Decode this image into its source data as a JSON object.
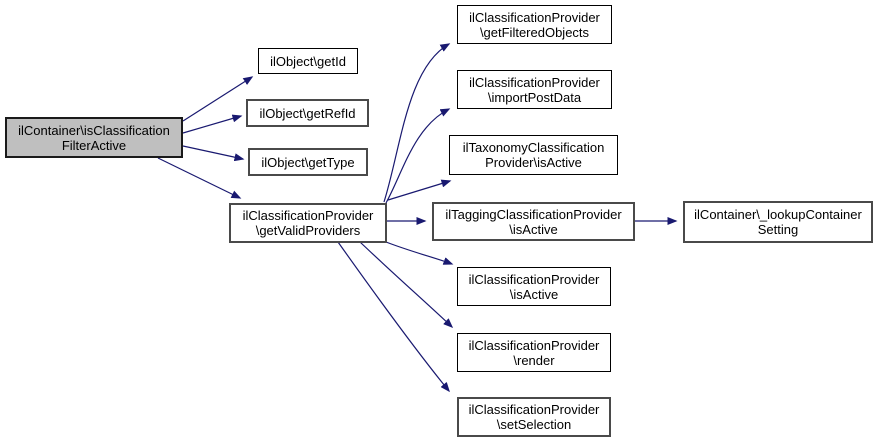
{
  "diagram": {
    "type": "call-graph",
    "background_color": "#ffffff",
    "edge_color": "#191970",
    "highlight_fill": "#bfbfbf",
    "node_fill": "#ffffff",
    "border_color_thin": "#000000",
    "border_color_thick": "#4a4a4a",
    "nodes": [
      {
        "id": "start",
        "label": "ilContainer\\isClassification\nFilterActive"
      },
      {
        "id": "getId",
        "label": "ilObject\\getId"
      },
      {
        "id": "getRefId",
        "label": "ilObject\\getRefId"
      },
      {
        "id": "getType",
        "label": "ilObject\\getType"
      },
      {
        "id": "getValidProviders",
        "label": "ilClassificationProvider\n\\getValidProviders"
      },
      {
        "id": "getFilteredObjects",
        "label": "ilClassificationProvider\n\\getFilteredObjects"
      },
      {
        "id": "importPostData",
        "label": "ilClassificationProvider\n\\importPostData"
      },
      {
        "id": "taxonomyIsActive",
        "label": "ilTaxonomyClassification\nProvider\\isActive"
      },
      {
        "id": "taggingIsActive",
        "label": "ilTaggingClassificationProvider\n\\isActive"
      },
      {
        "id": "providerIsActive",
        "label": "ilClassificationProvider\n\\isActive"
      },
      {
        "id": "render",
        "label": "ilClassificationProvider\n\\render"
      },
      {
        "id": "setSelection",
        "label": "ilClassificationProvider\n\\setSelection"
      },
      {
        "id": "lookupSetting",
        "label": "ilContainer\\_lookupContainer\nSetting"
      }
    ],
    "edges": [
      {
        "from": "start",
        "to": "getId"
      },
      {
        "from": "start",
        "to": "getRefId"
      },
      {
        "from": "start",
        "to": "getType"
      },
      {
        "from": "start",
        "to": "getValidProviders"
      },
      {
        "from": "getValidProviders",
        "to": "getFilteredObjects"
      },
      {
        "from": "getValidProviders",
        "to": "importPostData"
      },
      {
        "from": "getValidProviders",
        "to": "taxonomyIsActive"
      },
      {
        "from": "getValidProviders",
        "to": "taggingIsActive"
      },
      {
        "from": "getValidProviders",
        "to": "providerIsActive"
      },
      {
        "from": "getValidProviders",
        "to": "render"
      },
      {
        "from": "getValidProviders",
        "to": "setSelection"
      },
      {
        "from": "taggingIsActive",
        "to": "lookupSetting"
      }
    ]
  }
}
